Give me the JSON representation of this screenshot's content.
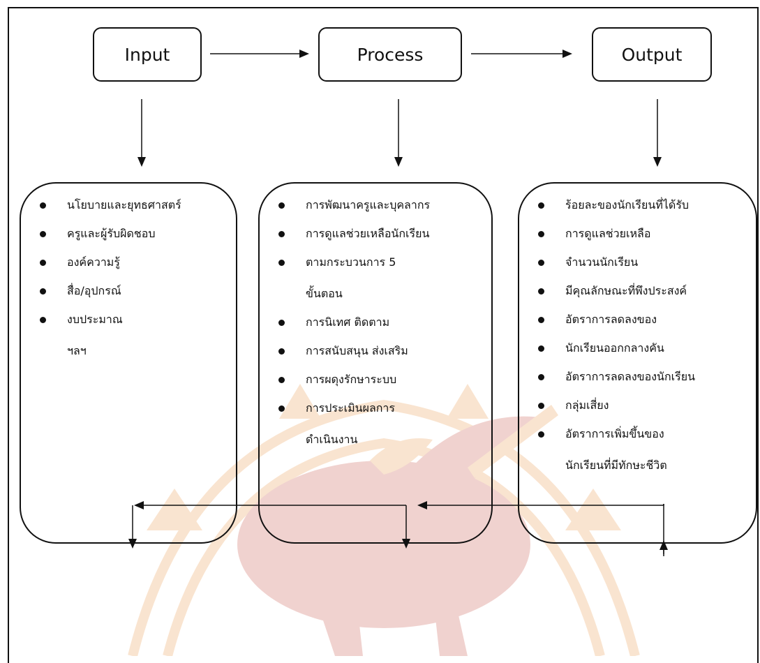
{
  "diagram": {
    "headers": {
      "input": "Input",
      "process": "Process",
      "output": "Output"
    },
    "input_items": [
      {
        "text": "นโยบายและยุทธศาสตร์",
        "cont": ""
      },
      {
        "text": "ครูและผู้รับผิดชอบ",
        "cont": ""
      },
      {
        "text": "องค์ความรู้",
        "cont": ""
      },
      {
        "text": "สื่อ/อุปกรณ์",
        "cont": ""
      },
      {
        "text": "งบประมาณ",
        "cont": ""
      }
    ],
    "input_extra": "ฯลฯ",
    "process_items": [
      {
        "text": "การพัฒนาครูและบุคลากร",
        "cont": ""
      },
      {
        "text": "การดูแลช่วยเหลือนักเรียน",
        "cont": ""
      },
      {
        "text": "ตามกระบวนการ 5",
        "cont": "ขั้นตอน"
      },
      {
        "text": "การนิเทศ ติดตาม",
        "cont": ""
      },
      {
        "text": "การสนับสนุน ส่งเสริม",
        "cont": ""
      },
      {
        "text": "การผดุงรักษาระบบ",
        "cont": ""
      },
      {
        "text": "การประเมินผลการ",
        "cont": "ดำเนินงาน"
      }
    ],
    "output_items": [
      {
        "text": "ร้อยละของนักเรียนที่ได้รับ",
        "cont": ""
      },
      {
        "text": "การดูแลช่วยเหลือ",
        "cont": ""
      },
      {
        "text": "จำนวนนักเรียน",
        "cont": ""
      },
      {
        "text": "มีคุณลักษณะที่พึงประสงค์",
        "cont": ""
      },
      {
        "text": "อัตราการลดลงของ",
        "cont": ""
      },
      {
        "text": "นักเรียนออกกลางคัน",
        "cont": ""
      },
      {
        "text": "อัตราการลดลงของนักเรียน",
        "cont": ""
      },
      {
        "text": "กลุ่มเสี่ยง",
        "cont": ""
      },
      {
        "text": "อัตราการเพิ่มขึ้นของ",
        "cont": "นักเรียนที่มีทักษะชีวิต"
      }
    ]
  },
  "colors": {
    "line": "#111111",
    "watermark_orange": "#e8892c",
    "watermark_red": "#c0392b"
  },
  "icons": {
    "background": "university-elephant-seal-watermark"
  }
}
